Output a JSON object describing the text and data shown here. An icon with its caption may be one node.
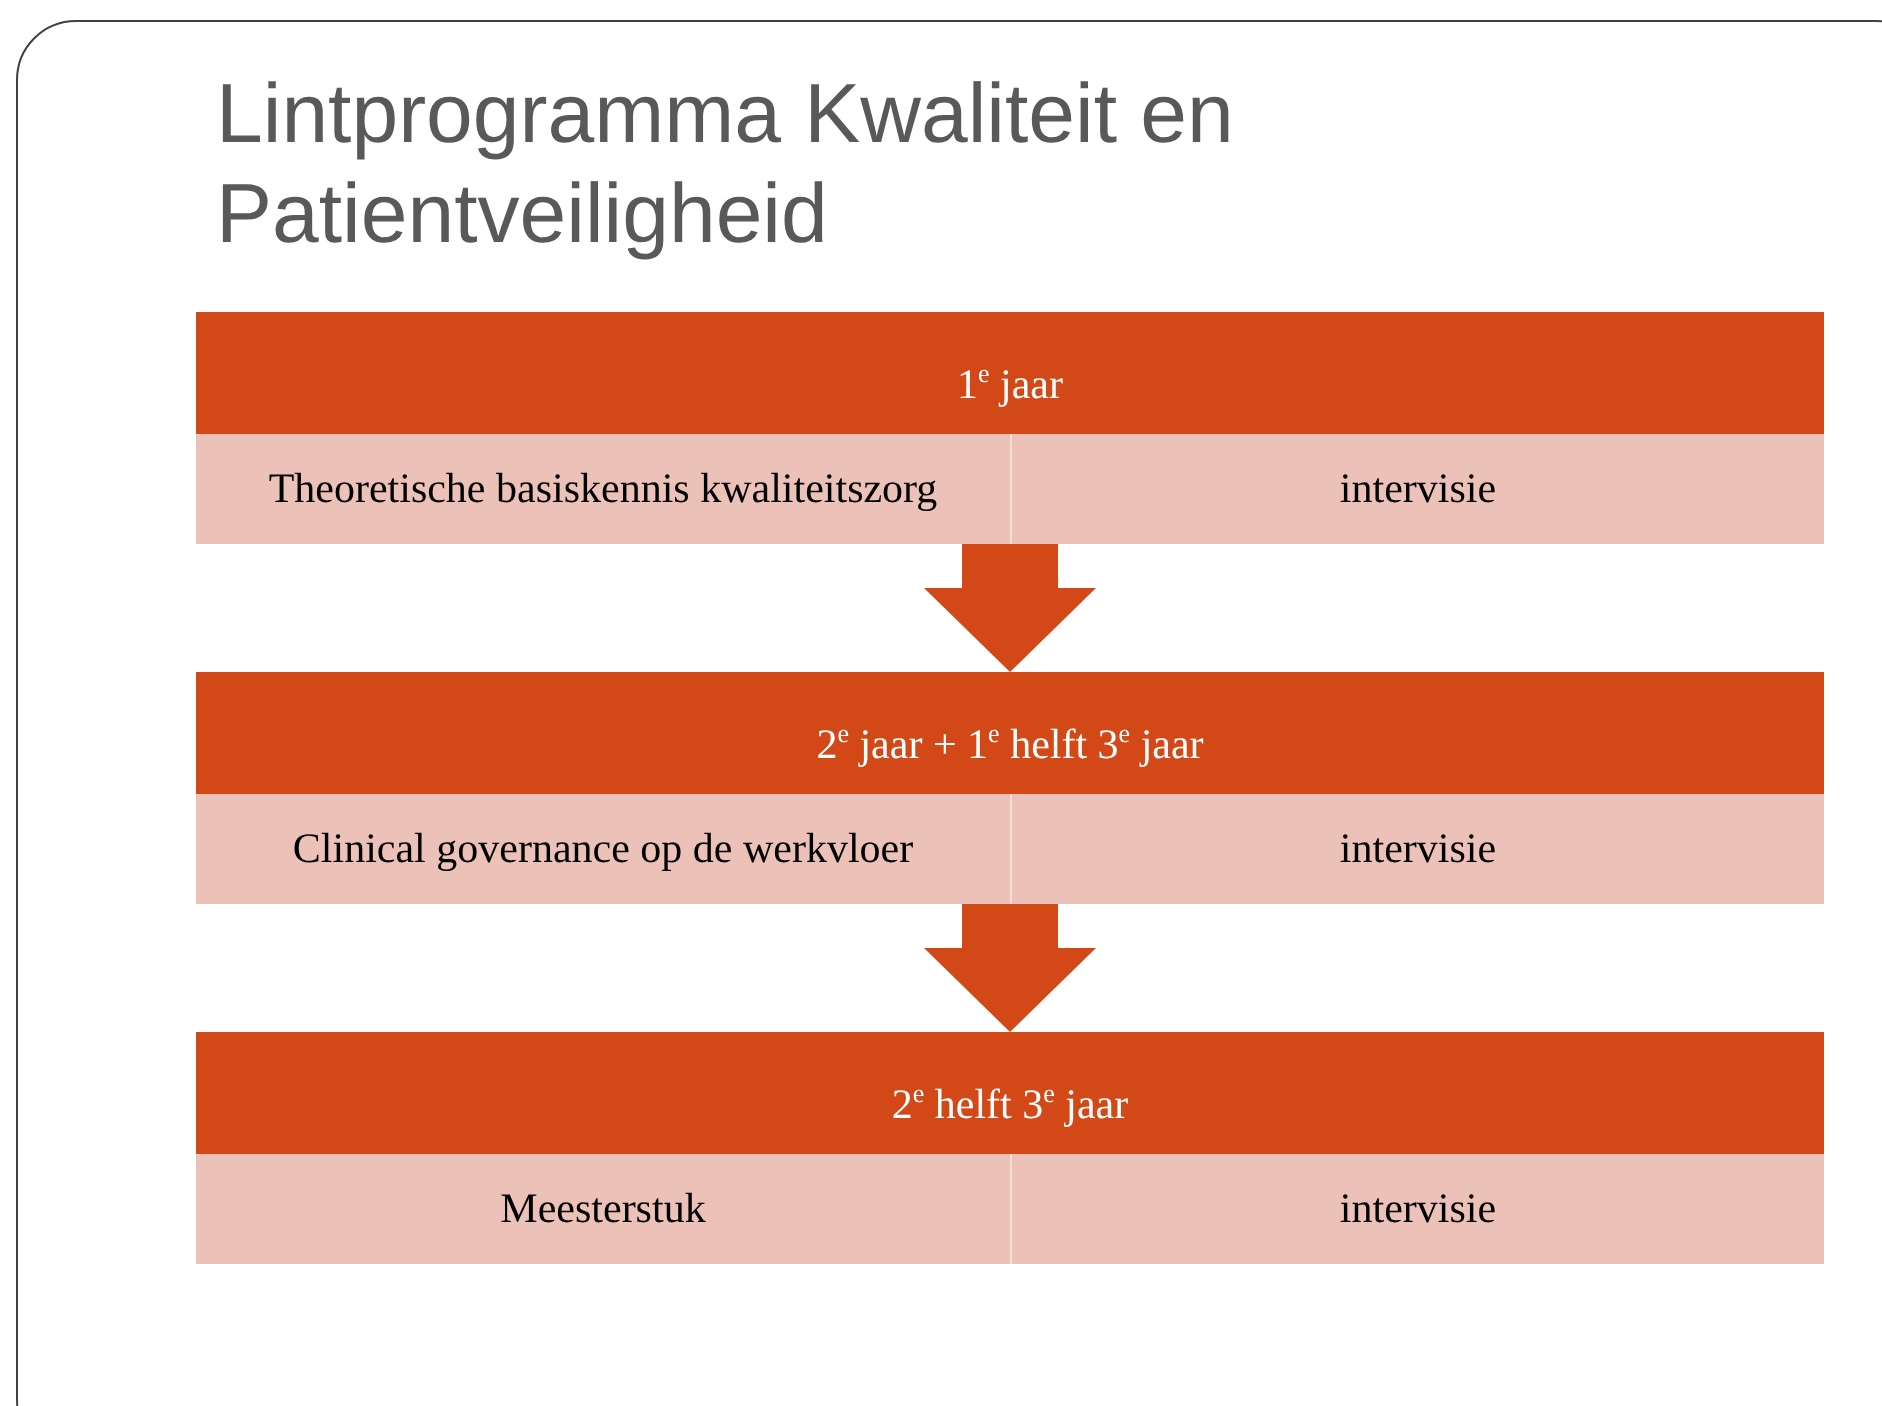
{
  "diagram": {
    "title": "Lintprogramma Kwaliteit en Patientveiligheid",
    "nodes": [
      {
        "text": [
          "1$^{e}$ jaar"
        ]
      },
      {
        "text": [
          "Theoretische basiskennis kwaliteitszorg"
        ],
        "in": 0
      },
      {
        "text": [
          "intervisie"
        ],
        "in": 0
      },
      {
        "text": [
          "2$^{e}$ jaar + 1$^{e}$ helft 3$^{e}$ jaar"
        ]
      },
      {
        "text": [
          "Clinical governance op de werkvloer"
        ],
        "in": 3
      },
      {
        "text": [
          "intervisie"
        ],
        "in": 3
      },
      {
        "text": [
          "2$^{e}$ helft 3$^{e}$ jaar"
        ]
      },
      {
        "text": [
          "Meesterstuk"
        ],
        "in": 6
      },
      {
        "text": [
          "intervisie"
        ],
        "in": 6
      }
    ],
    "edges": [
      {
        "from": 0,
        "to": 3,
        "arrow": "to"
      },
      {
        "from": 3,
        "to": 6,
        "arrow": "to"
      }
    ]
  }
}
